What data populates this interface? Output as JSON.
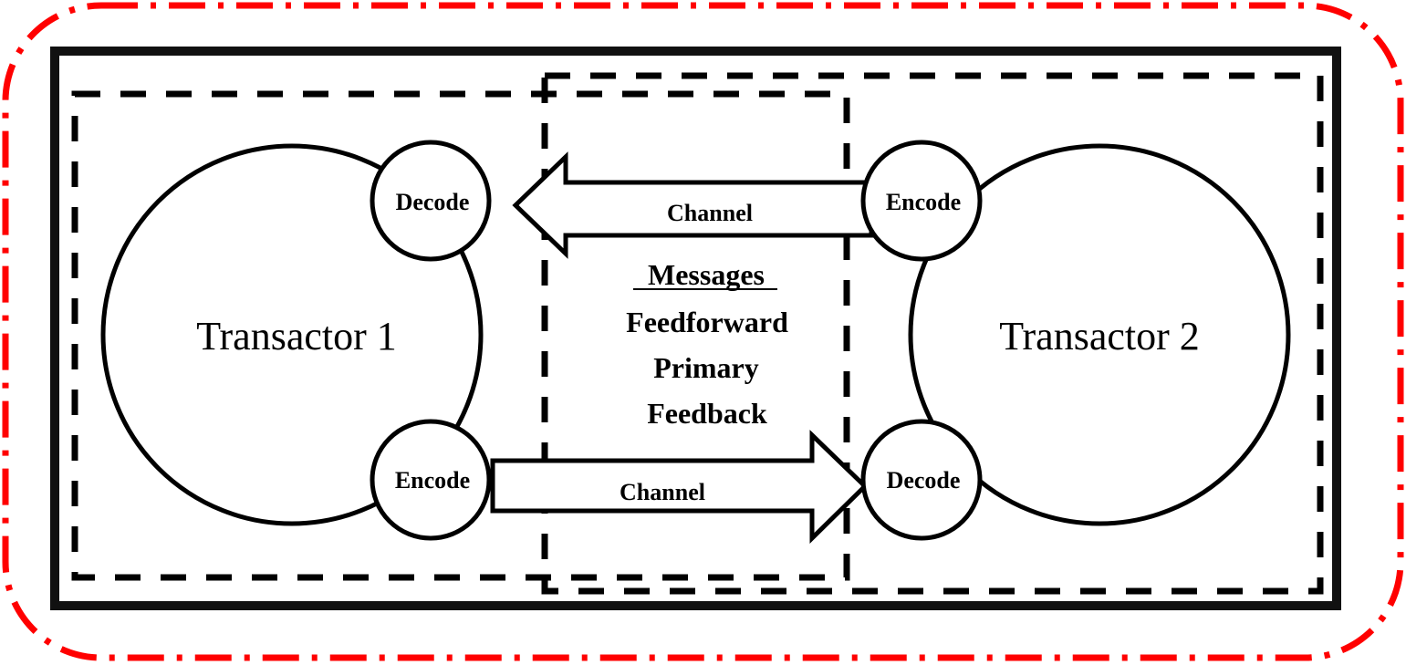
{
  "diagram": {
    "type": "communication-model",
    "outer_border_color": "#ff0000",
    "transactors": [
      {
        "id": "t1",
        "label": "Transactor 1"
      },
      {
        "id": "t2",
        "label": "Transactor 2"
      }
    ],
    "nodes": {
      "t1_decode": "Decode",
      "t1_encode": "Encode",
      "t2_encode": "Encode",
      "t2_decode": "Decode"
    },
    "channels": {
      "top": {
        "label": "Channel",
        "from": "t2_encode",
        "to": "t1_decode"
      },
      "bottom": {
        "label": "Channel",
        "from": "t1_encode",
        "to": "t2_decode"
      }
    },
    "messages": {
      "heading": "Messages",
      "items": [
        "Feedforward",
        "Primary",
        "Feedback"
      ]
    }
  }
}
